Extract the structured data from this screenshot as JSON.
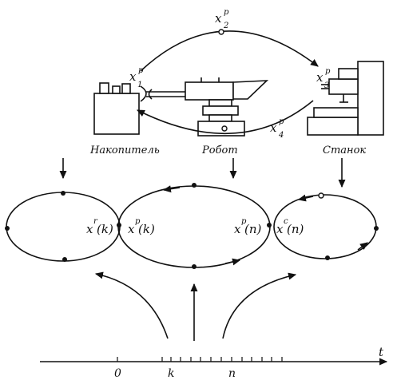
{
  "labels": {
    "storage": "Накопитель",
    "robot": "Робот",
    "machine": "Станок"
  },
  "states": {
    "x1": {
      "base": "x",
      "sup": "p",
      "sub": "1"
    },
    "x2": {
      "base": "x",
      "sup": "p",
      "sub": "2"
    },
    "x3": {
      "base": "x",
      "sup": "p",
      "sub": "3"
    },
    "x4": {
      "base": "x",
      "sup": "p",
      "sub": "4"
    },
    "xr_k": "xᵣ(k)",
    "xp_k": "xᵖ(k)",
    "xp_n": "xᵖ(n)",
    "xc_n": "xᶜ(n)"
  },
  "orbit_labels": {
    "xr_k": {
      "base": "x",
      "sup": "r",
      "arg": "(k)"
    },
    "xp_k": {
      "base": "x",
      "sup": "p",
      "arg": "(k)"
    },
    "xp_n": {
      "base": "x",
      "sup": "p",
      "arg": "(n)"
    },
    "xc_n": {
      "base": "x",
      "sup": "c",
      "arg": "(n)"
    }
  },
  "axis": {
    "name": "t",
    "tick_zero": "0",
    "tick_k": "k",
    "tick_n": "n"
  }
}
